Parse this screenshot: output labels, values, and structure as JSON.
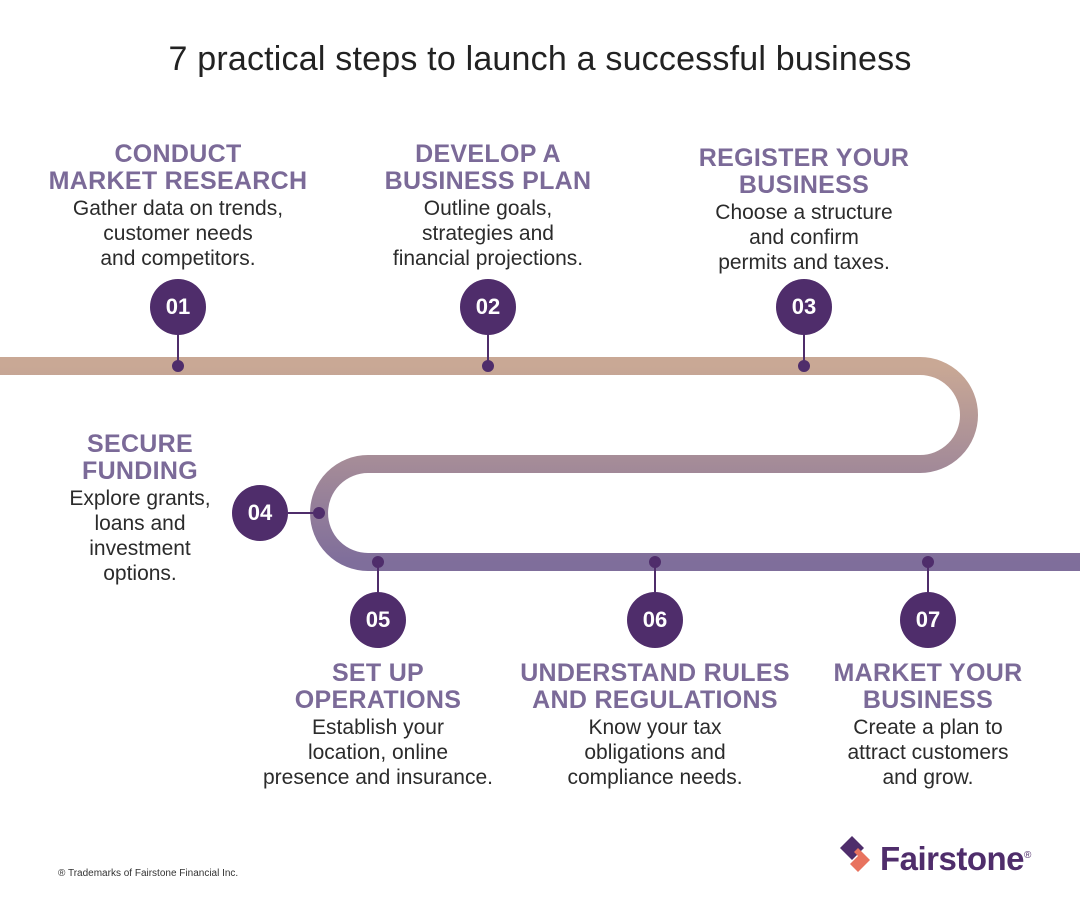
{
  "title": "7 practical steps to launch a successful business",
  "steps": [
    {
      "number": "01",
      "heading": "CONDUCT\nMARKET RESEARCH",
      "text": "Gather data on trends,\ncustomer needs\nand competitors."
    },
    {
      "number": "02",
      "heading": "DEVELOP A\nBUSINESS PLAN",
      "text": "Outline goals,\nstrategies and\nfinancial projections."
    },
    {
      "number": "03",
      "heading": "REGISTER YOUR\nBUSINESS",
      "text": "Choose a structure\nand confirm\npermits and taxes."
    },
    {
      "number": "04",
      "heading": "SECURE\nFUNDING",
      "text": "Explore grants,\nloans and\ninvestment\noptions."
    },
    {
      "number": "05",
      "heading": "SET UP\nOPERATIONS",
      "text": "Establish your\nlocation, online\npresence and insurance."
    },
    {
      "number": "06",
      "heading": "UNDERSTAND RULES\nAND REGULATIONS",
      "text": "Know your tax\nobligations and\ncompliance needs."
    },
    {
      "number": "07",
      "heading": "MARKET YOUR\nBUSINESS",
      "text": "Create a plan to\nattract customers\nand grow."
    }
  ],
  "footnote": "® Trademarks of Fairstone Financial Inc.",
  "logo": {
    "text": "Fairstone",
    "mark": "®"
  },
  "colors": {
    "road_start": "#c9a895",
    "road_end": "#7f6e9b",
    "badge": "#4f2d6b",
    "heading": "#7b6a98",
    "logo_purple": "#4f2d6b",
    "logo_coral": "#e8735f"
  }
}
